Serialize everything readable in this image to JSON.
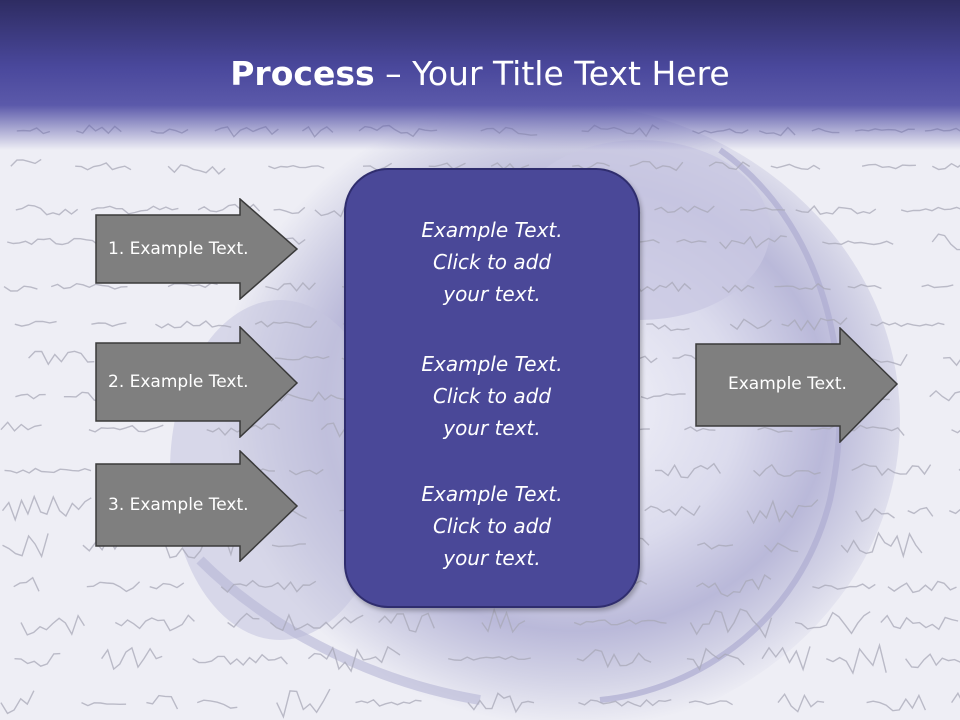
{
  "slide": {
    "title_bold": "Process",
    "title_rest": " – Your Title Text Here"
  },
  "left_arrows": [
    {
      "label": "1. Example Text."
    },
    {
      "label": "2. Example Text."
    },
    {
      "label": "3. Example Text."
    }
  ],
  "center_box": {
    "blocks": [
      {
        "lines": [
          "Example Text.",
          "Click  to add",
          "your text."
        ]
      },
      {
        "lines": [
          "Example Text.",
          "Click  to add",
          "your text."
        ]
      },
      {
        "lines": [
          "Example Text.",
          "Click  to add",
          "your text."
        ]
      }
    ]
  },
  "right_arrow": {
    "label": "Example Text."
  },
  "colors": {
    "title_bar": "#4a489c",
    "box_fill": "#4a4898",
    "arrow_fill": "#7f7f7f",
    "arrow_border": "#3a3a3a",
    "text": "#ffffff"
  },
  "background": {
    "description_icon": "water-splash-handwriting-background"
  }
}
